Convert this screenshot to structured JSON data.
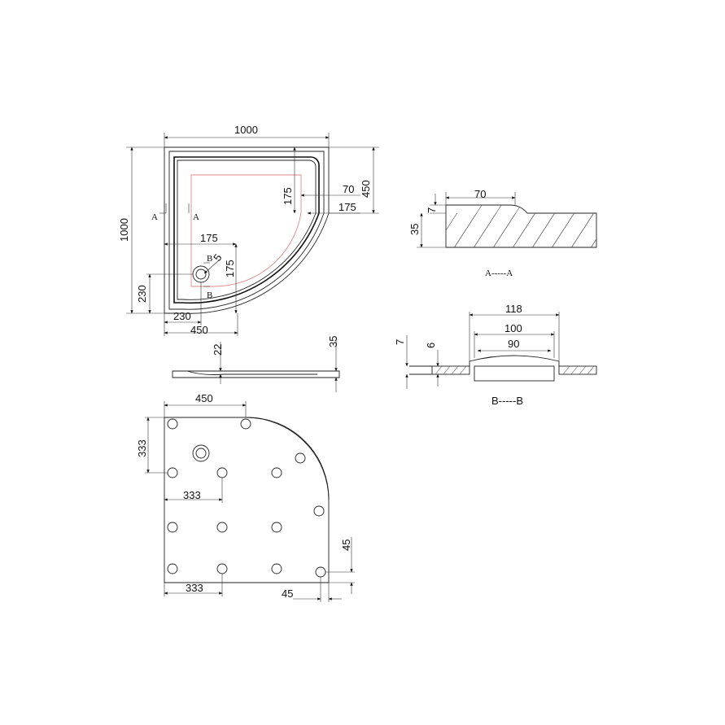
{
  "top_view": {
    "width": "1000",
    "height": "1000",
    "side_length": "450",
    "radius_offset": "70",
    "inner_offset_1": "175",
    "inner_offset_2": "175",
    "inner_offset_3": "175",
    "inner_offset_4": "175",
    "drain_x": "230",
    "drain_y": "230",
    "bottom_length": "450",
    "drain_radius": "5",
    "section_a_left": "A",
    "section_a_right": "A",
    "section_b_top": "B",
    "section_b_bottom": "B"
  },
  "section_aa": {
    "rim_width": "70",
    "step": "7",
    "thickness": "35",
    "caption": "A-----A"
  },
  "side_view": {
    "drain_depth": "22",
    "total_height": "35"
  },
  "section_bb": {
    "outer": "118",
    "middle": "100",
    "inner": "90",
    "left_height": "7",
    "drain_depth": "6",
    "caption": "B-----B"
  },
  "bottom_view": {
    "top_width": "450",
    "left_offset": "333",
    "mid_spacing": "333",
    "bottom_spacing": "333",
    "edge_offset_x": "45",
    "edge_offset_y": "45"
  },
  "colors": {
    "line": "#222222",
    "inner_trim": "#e08a8a",
    "background": "#ffffff"
  }
}
